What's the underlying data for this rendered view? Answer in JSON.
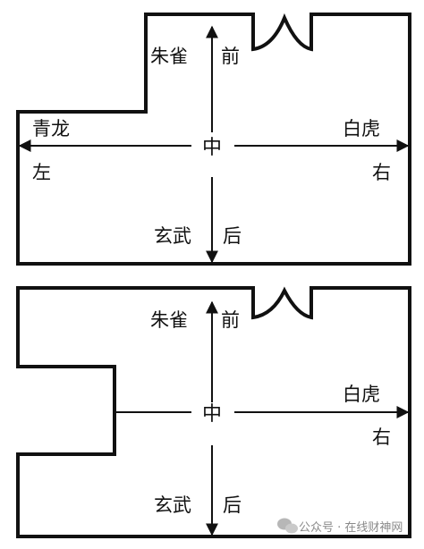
{
  "colors": {
    "line": "#111111",
    "background": "#ffffff",
    "watermark": "#8a8a8a"
  },
  "plan_top": {
    "front_label": "前",
    "front_god": "朱雀",
    "left_god": "青龙",
    "left_label": "左",
    "right_god": "白虎",
    "right_label": "右",
    "center_label": "中",
    "back_god": "玄武",
    "back_label": "后"
  },
  "plan_bottom": {
    "front_label": "前",
    "front_god": "朱雀",
    "right_god": "白虎",
    "right_label": "右",
    "center_label": "中",
    "back_god": "玄武",
    "back_label": "后"
  },
  "watermark": {
    "text": "公众号 · 在线财神网",
    "icon": "wechat-icon"
  }
}
